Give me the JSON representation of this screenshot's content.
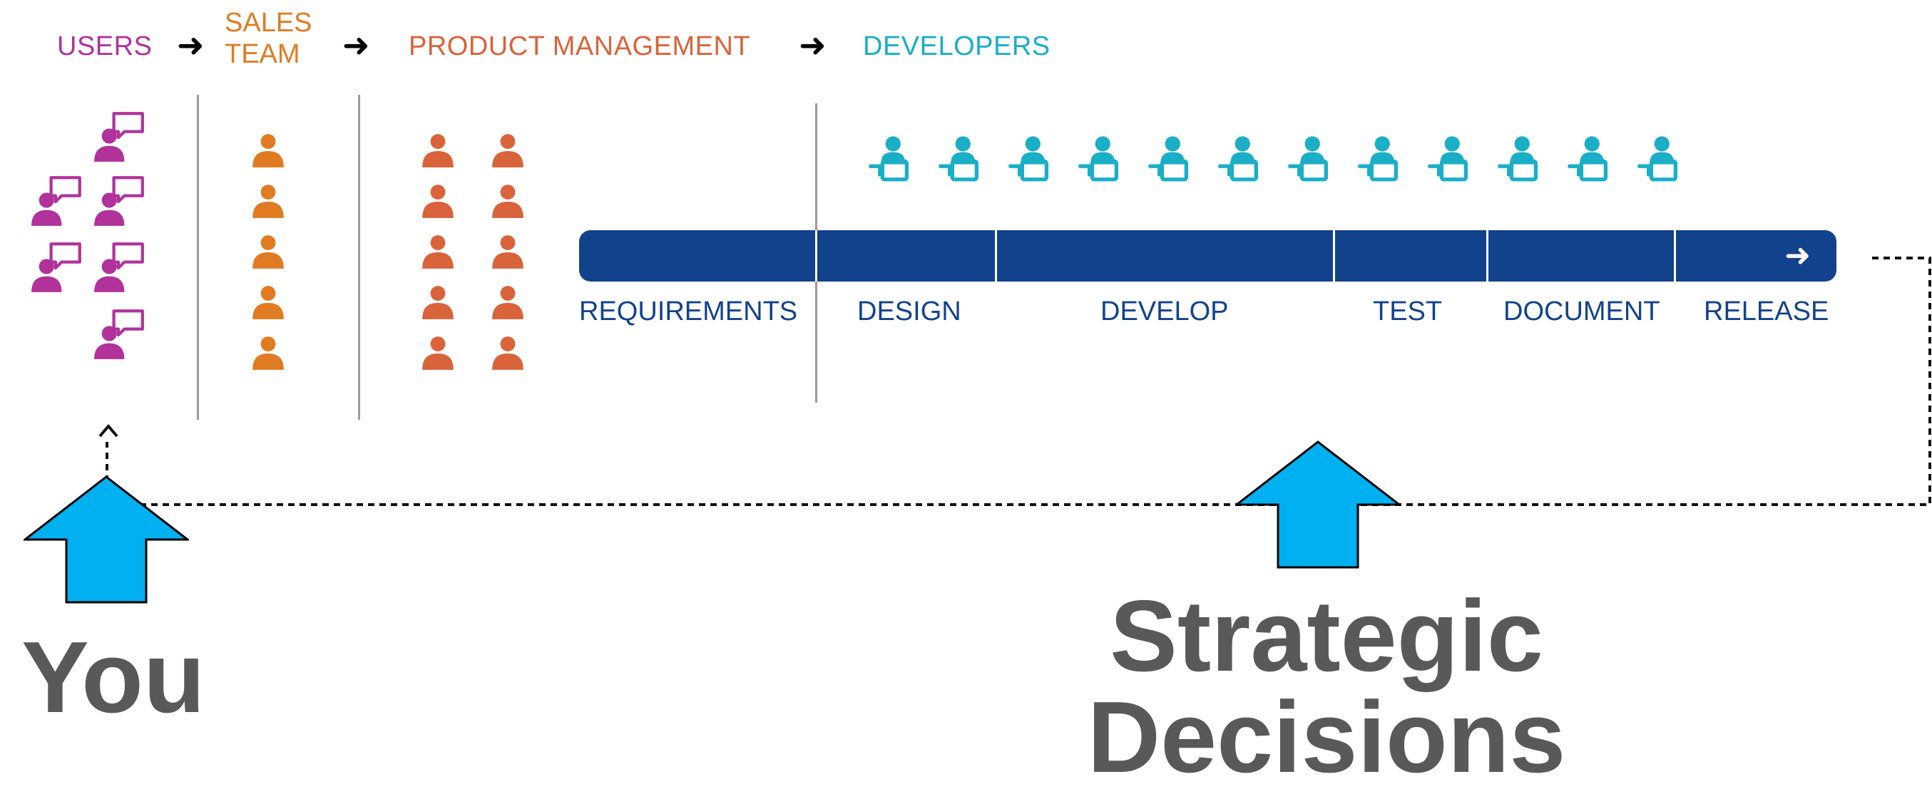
{
  "header": {
    "users": "USERS",
    "sales_team_line1": "SALES",
    "sales_team_line2": "TEAM",
    "product_management": "PRODUCT MANAGEMENT",
    "developers": "DEVELOPERS",
    "arrow_glyph": "➜"
  },
  "colors": {
    "users": "#b0329a",
    "sales": "#e07b22",
    "product": "#d9633a",
    "developers": "#1aaec7",
    "phase_bar": "#13428c",
    "callout_arrow": "#00b0f0",
    "big_text": "#595959"
  },
  "icons": {
    "user": "user-with-speech-bubble-icon",
    "sales": "person-icon",
    "product": "person-icon",
    "developer": "developer-at-computer-icon"
  },
  "phases": {
    "requirements": "REQUIREMENTS",
    "design": "DESIGN",
    "develop": "DEVELOP",
    "test": "TEST",
    "document": "DOCUMENT",
    "release": "RELEASE",
    "release_arrow": "➜"
  },
  "callouts": {
    "you": "You",
    "strategic_line1": "Strategic",
    "strategic_line2": "Decisions"
  }
}
